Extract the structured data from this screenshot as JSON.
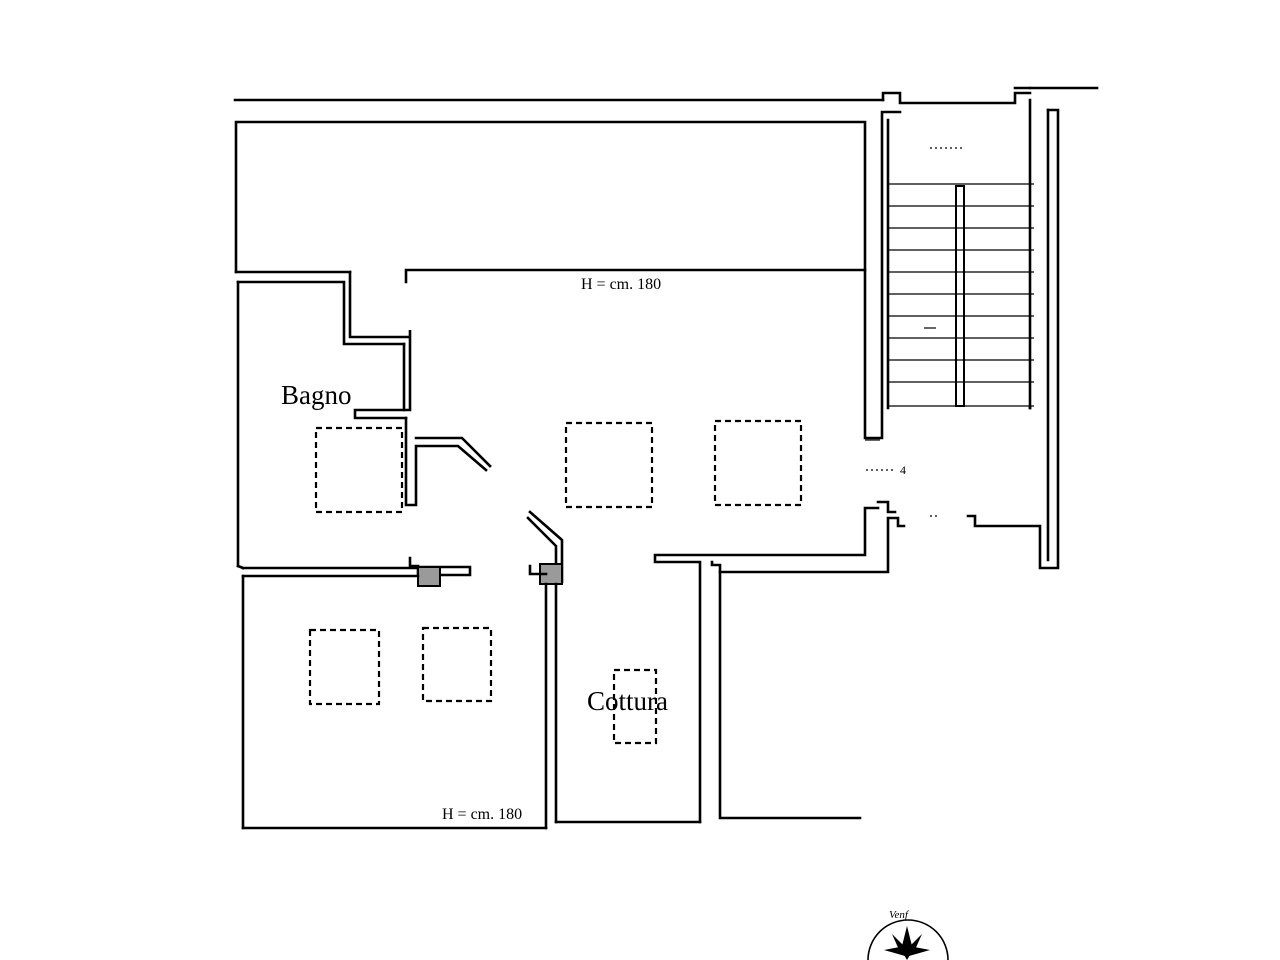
{
  "rooms": {
    "bathroom": "Bagno",
    "kitchen": "Cottura"
  },
  "notes": {
    "height_top": "H = cm. 180",
    "height_bottom": "H = cm. 180",
    "stair_marker": "4"
  },
  "compass": {
    "label": "Venf"
  }
}
